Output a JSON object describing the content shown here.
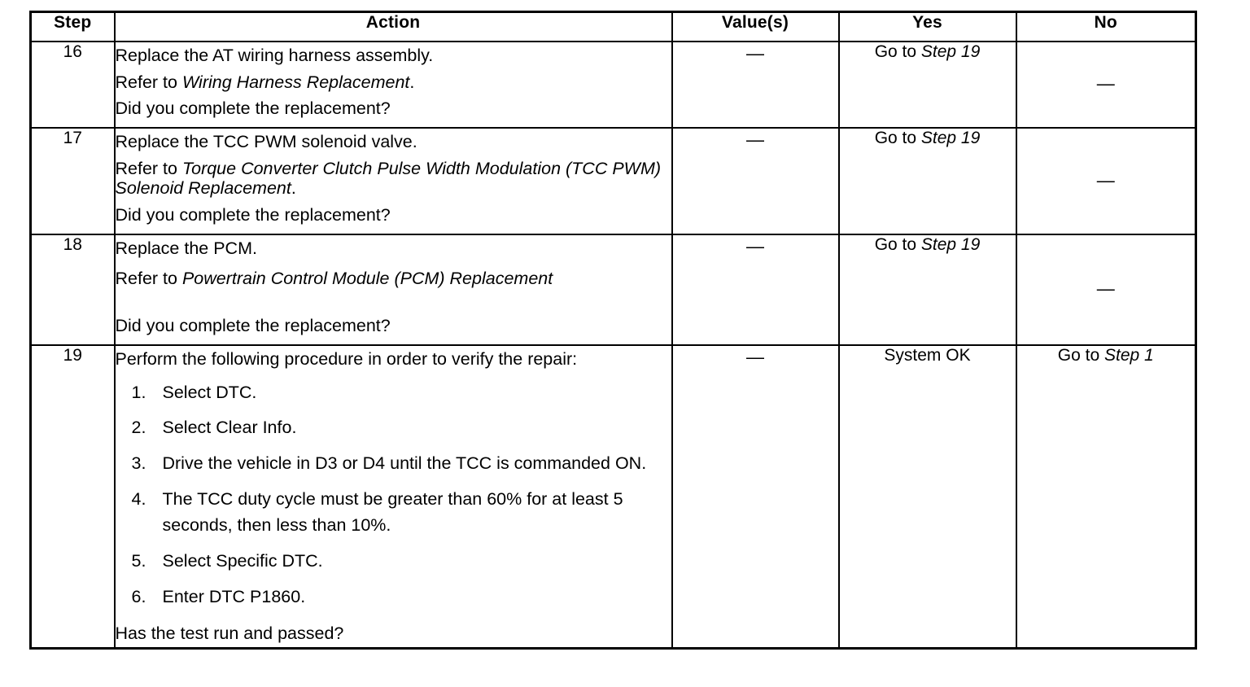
{
  "document": {
    "type": "diagnostic-procedure-table",
    "columns": [
      "Step",
      "Action",
      "Value(s)",
      "Yes",
      "No"
    ]
  },
  "header": {
    "step": "Step",
    "action": "Action",
    "values": "Value(s)",
    "yes": "Yes",
    "no": "No"
  },
  "rows": [
    {
      "step": "16",
      "action": {
        "line1": "Replace the AT wiring harness assembly.",
        "line2_prefix": "Refer to ",
        "line2_italic": "Wiring Harness Replacement",
        "line2_suffix": ".",
        "line3": "Did you complete the replacement?"
      },
      "value": "—",
      "yes_prefix": "Go to ",
      "yes_italic": "Step 19",
      "no": "—"
    },
    {
      "step": "17",
      "action": {
        "line1": "Replace the TCC PWM solenoid valve.",
        "line2_prefix": "Refer to ",
        "line2_italic": "Torque Converter Clutch Pulse Width Modulation (TCC PWM) Solenoid Replacement",
        "line2_suffix": ".",
        "line3": "Did you complete the replacement?"
      },
      "value": "—",
      "yes_prefix": "Go to ",
      "yes_italic": "Step 19",
      "no": "—"
    },
    {
      "step": "18",
      "action": {
        "line1": "Replace the PCM.",
        "line2_prefix": "Refer to ",
        "line2_italic": "Powertrain Control Module (PCM) Replacement",
        "line2_suffix": "",
        "line3": "Did you complete the replacement?"
      },
      "value": "—",
      "yes_prefix": "Go to ",
      "yes_italic": "Step 19",
      "no": "—"
    },
    {
      "step": "19",
      "action": {
        "intro": "Perform the following procedure in order to verify the repair:",
        "steps": [
          {
            "num": "1.",
            "text": "Select DTC."
          },
          {
            "num": "2.",
            "text": "Select Clear Info."
          },
          {
            "num": "3.",
            "text": "Drive the vehicle in D3 or D4 until the TCC is commanded ON."
          },
          {
            "num": "4.",
            "text": "The TCC duty cycle must be greater than 60% for at least 5 seconds, then less than 10%."
          },
          {
            "num": "5.",
            "text": "Select Specific DTC."
          },
          {
            "num": "6.",
            "text": "Enter DTC P1860."
          }
        ],
        "question": "Has the test run and passed?"
      },
      "value": "—",
      "yes": "System OK",
      "no_prefix": "Go to ",
      "no_italic": "Step 1"
    }
  ]
}
